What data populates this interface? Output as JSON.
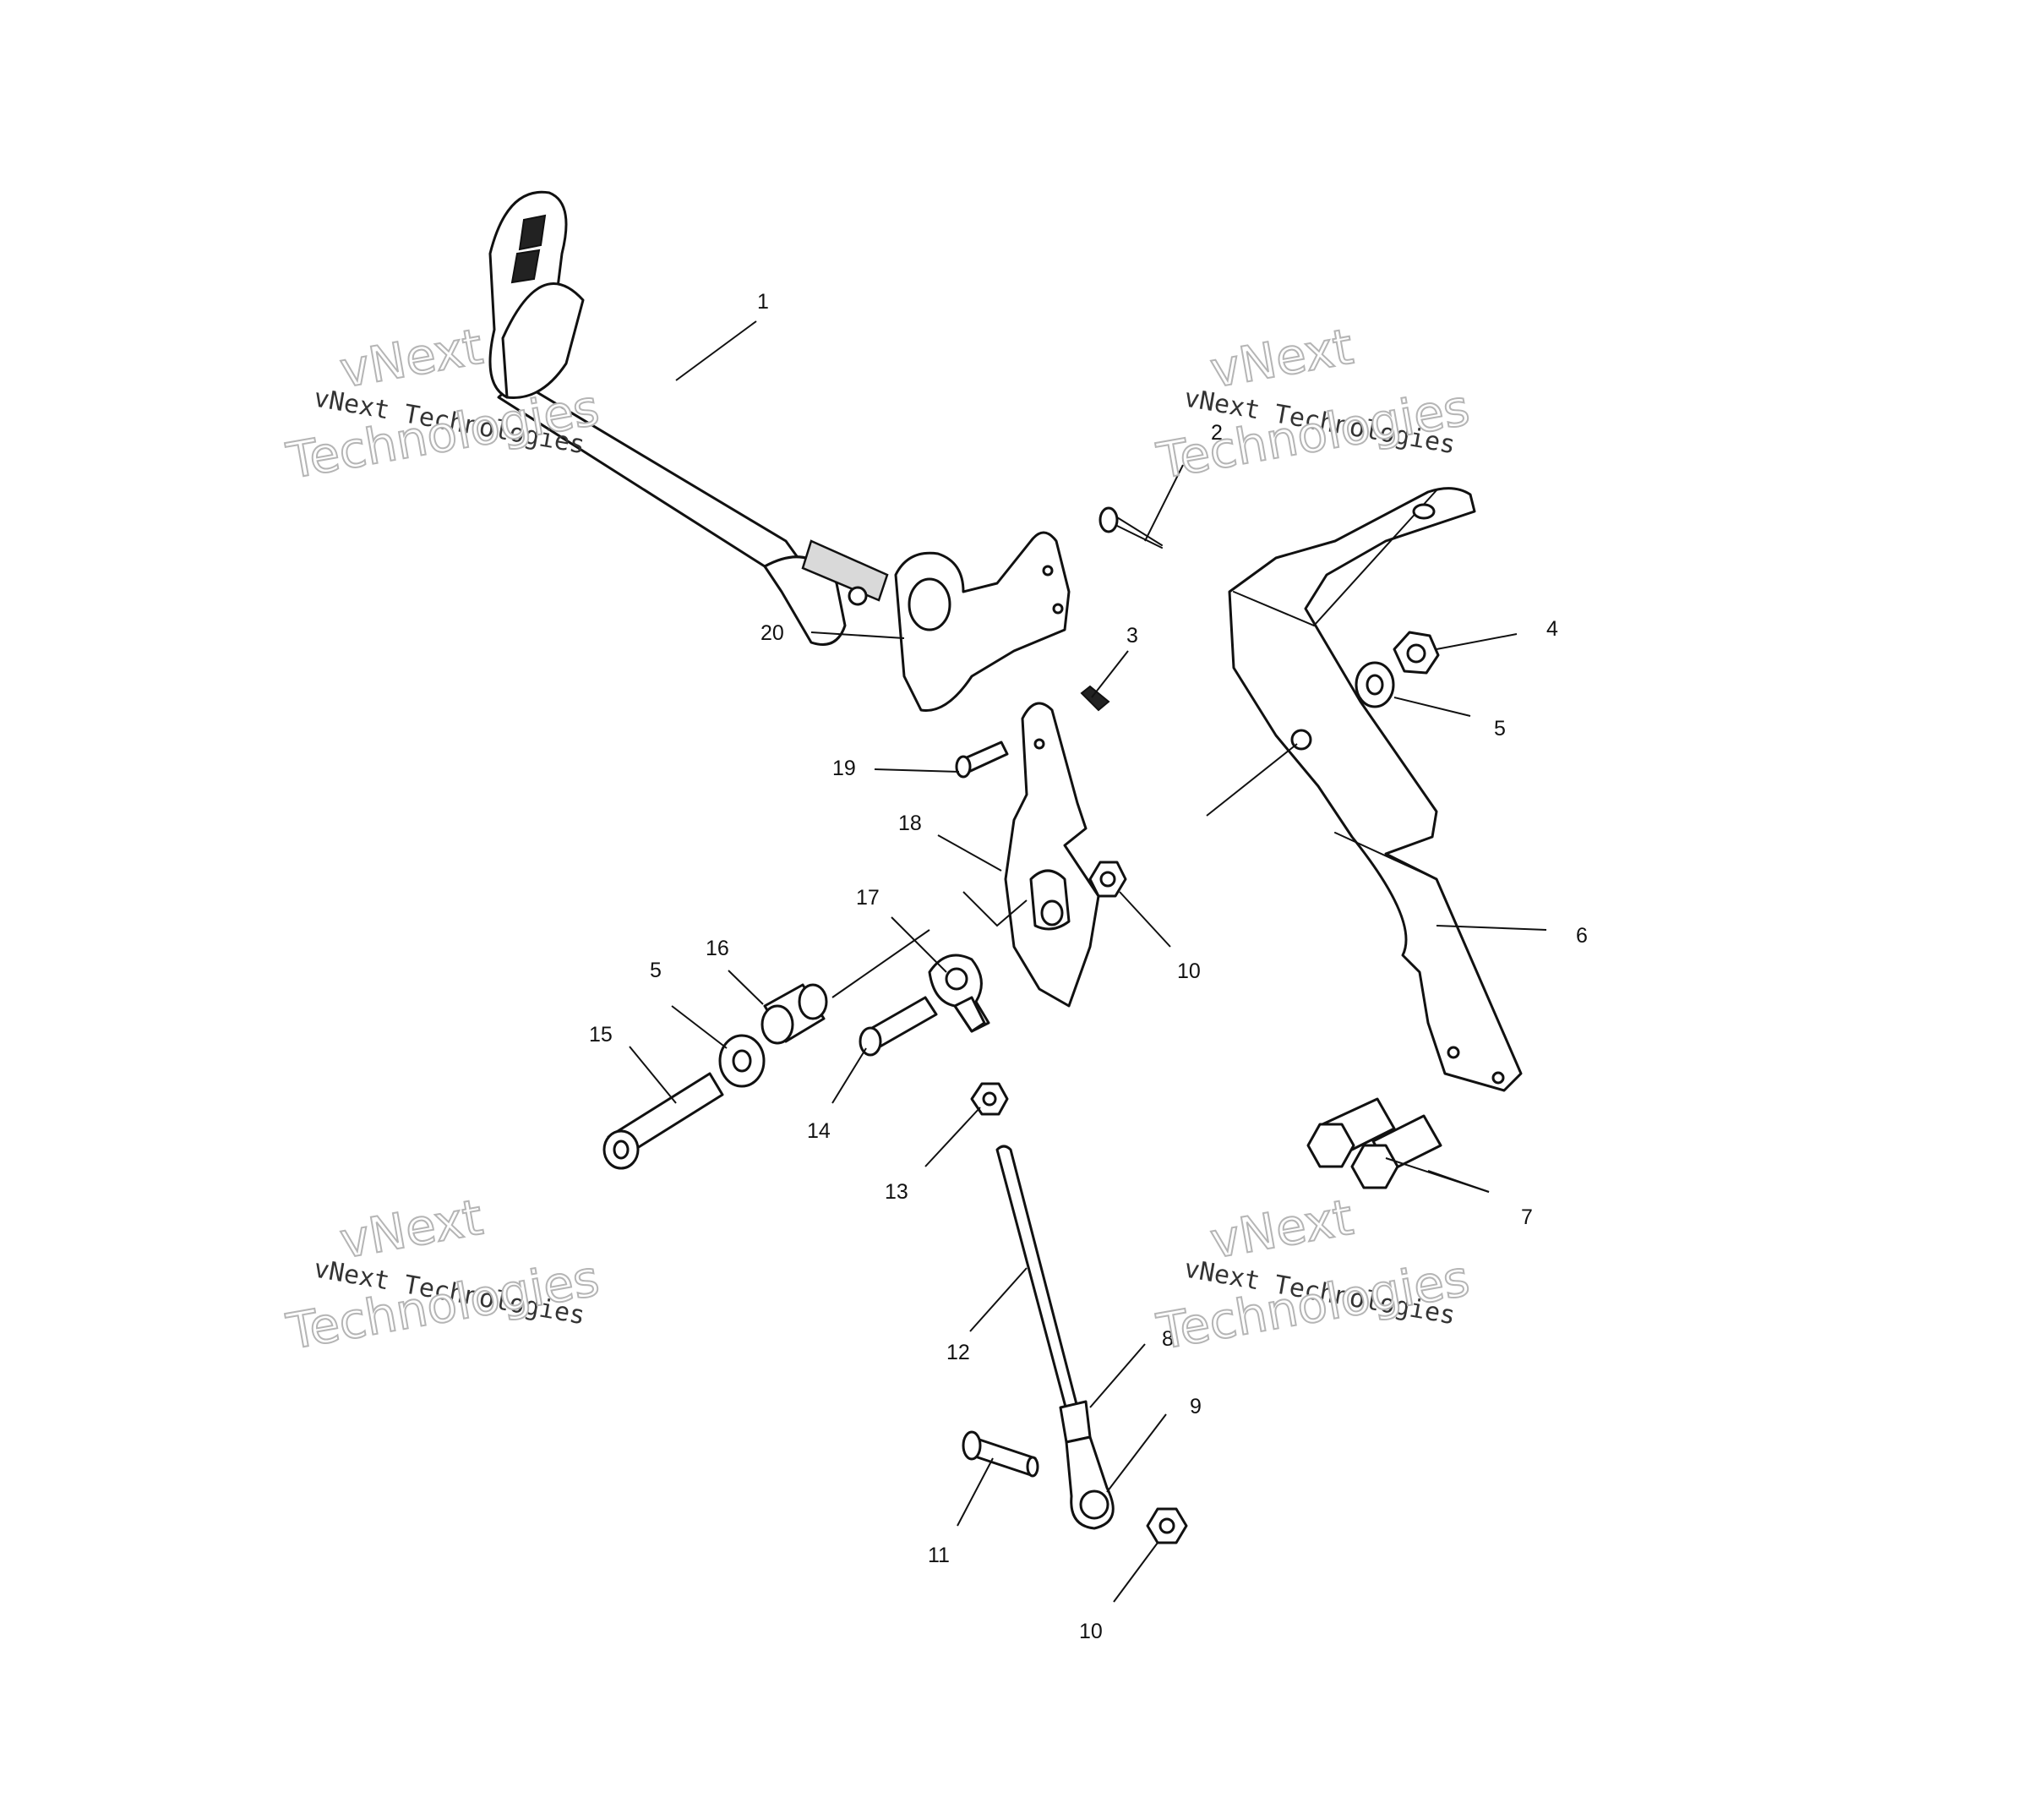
{
  "watermark": {
    "line_small": "vNext Technologies",
    "line_big_1": "vNext",
    "line_big_2": "Technologies"
  },
  "callouts": {
    "c1": "1",
    "c2": "2",
    "c3": "3",
    "c4": "4",
    "c5a": "5",
    "c5b": "5",
    "c6": "6",
    "c7": "7",
    "c8": "8",
    "c9": "9",
    "c10a": "10",
    "c10b": "10",
    "c11": "11",
    "c12": "12",
    "c13": "13",
    "c14": "14",
    "c15": "15",
    "c16": "16",
    "c17": "17",
    "c18": "18",
    "c19": "19",
    "c20": "20"
  }
}
